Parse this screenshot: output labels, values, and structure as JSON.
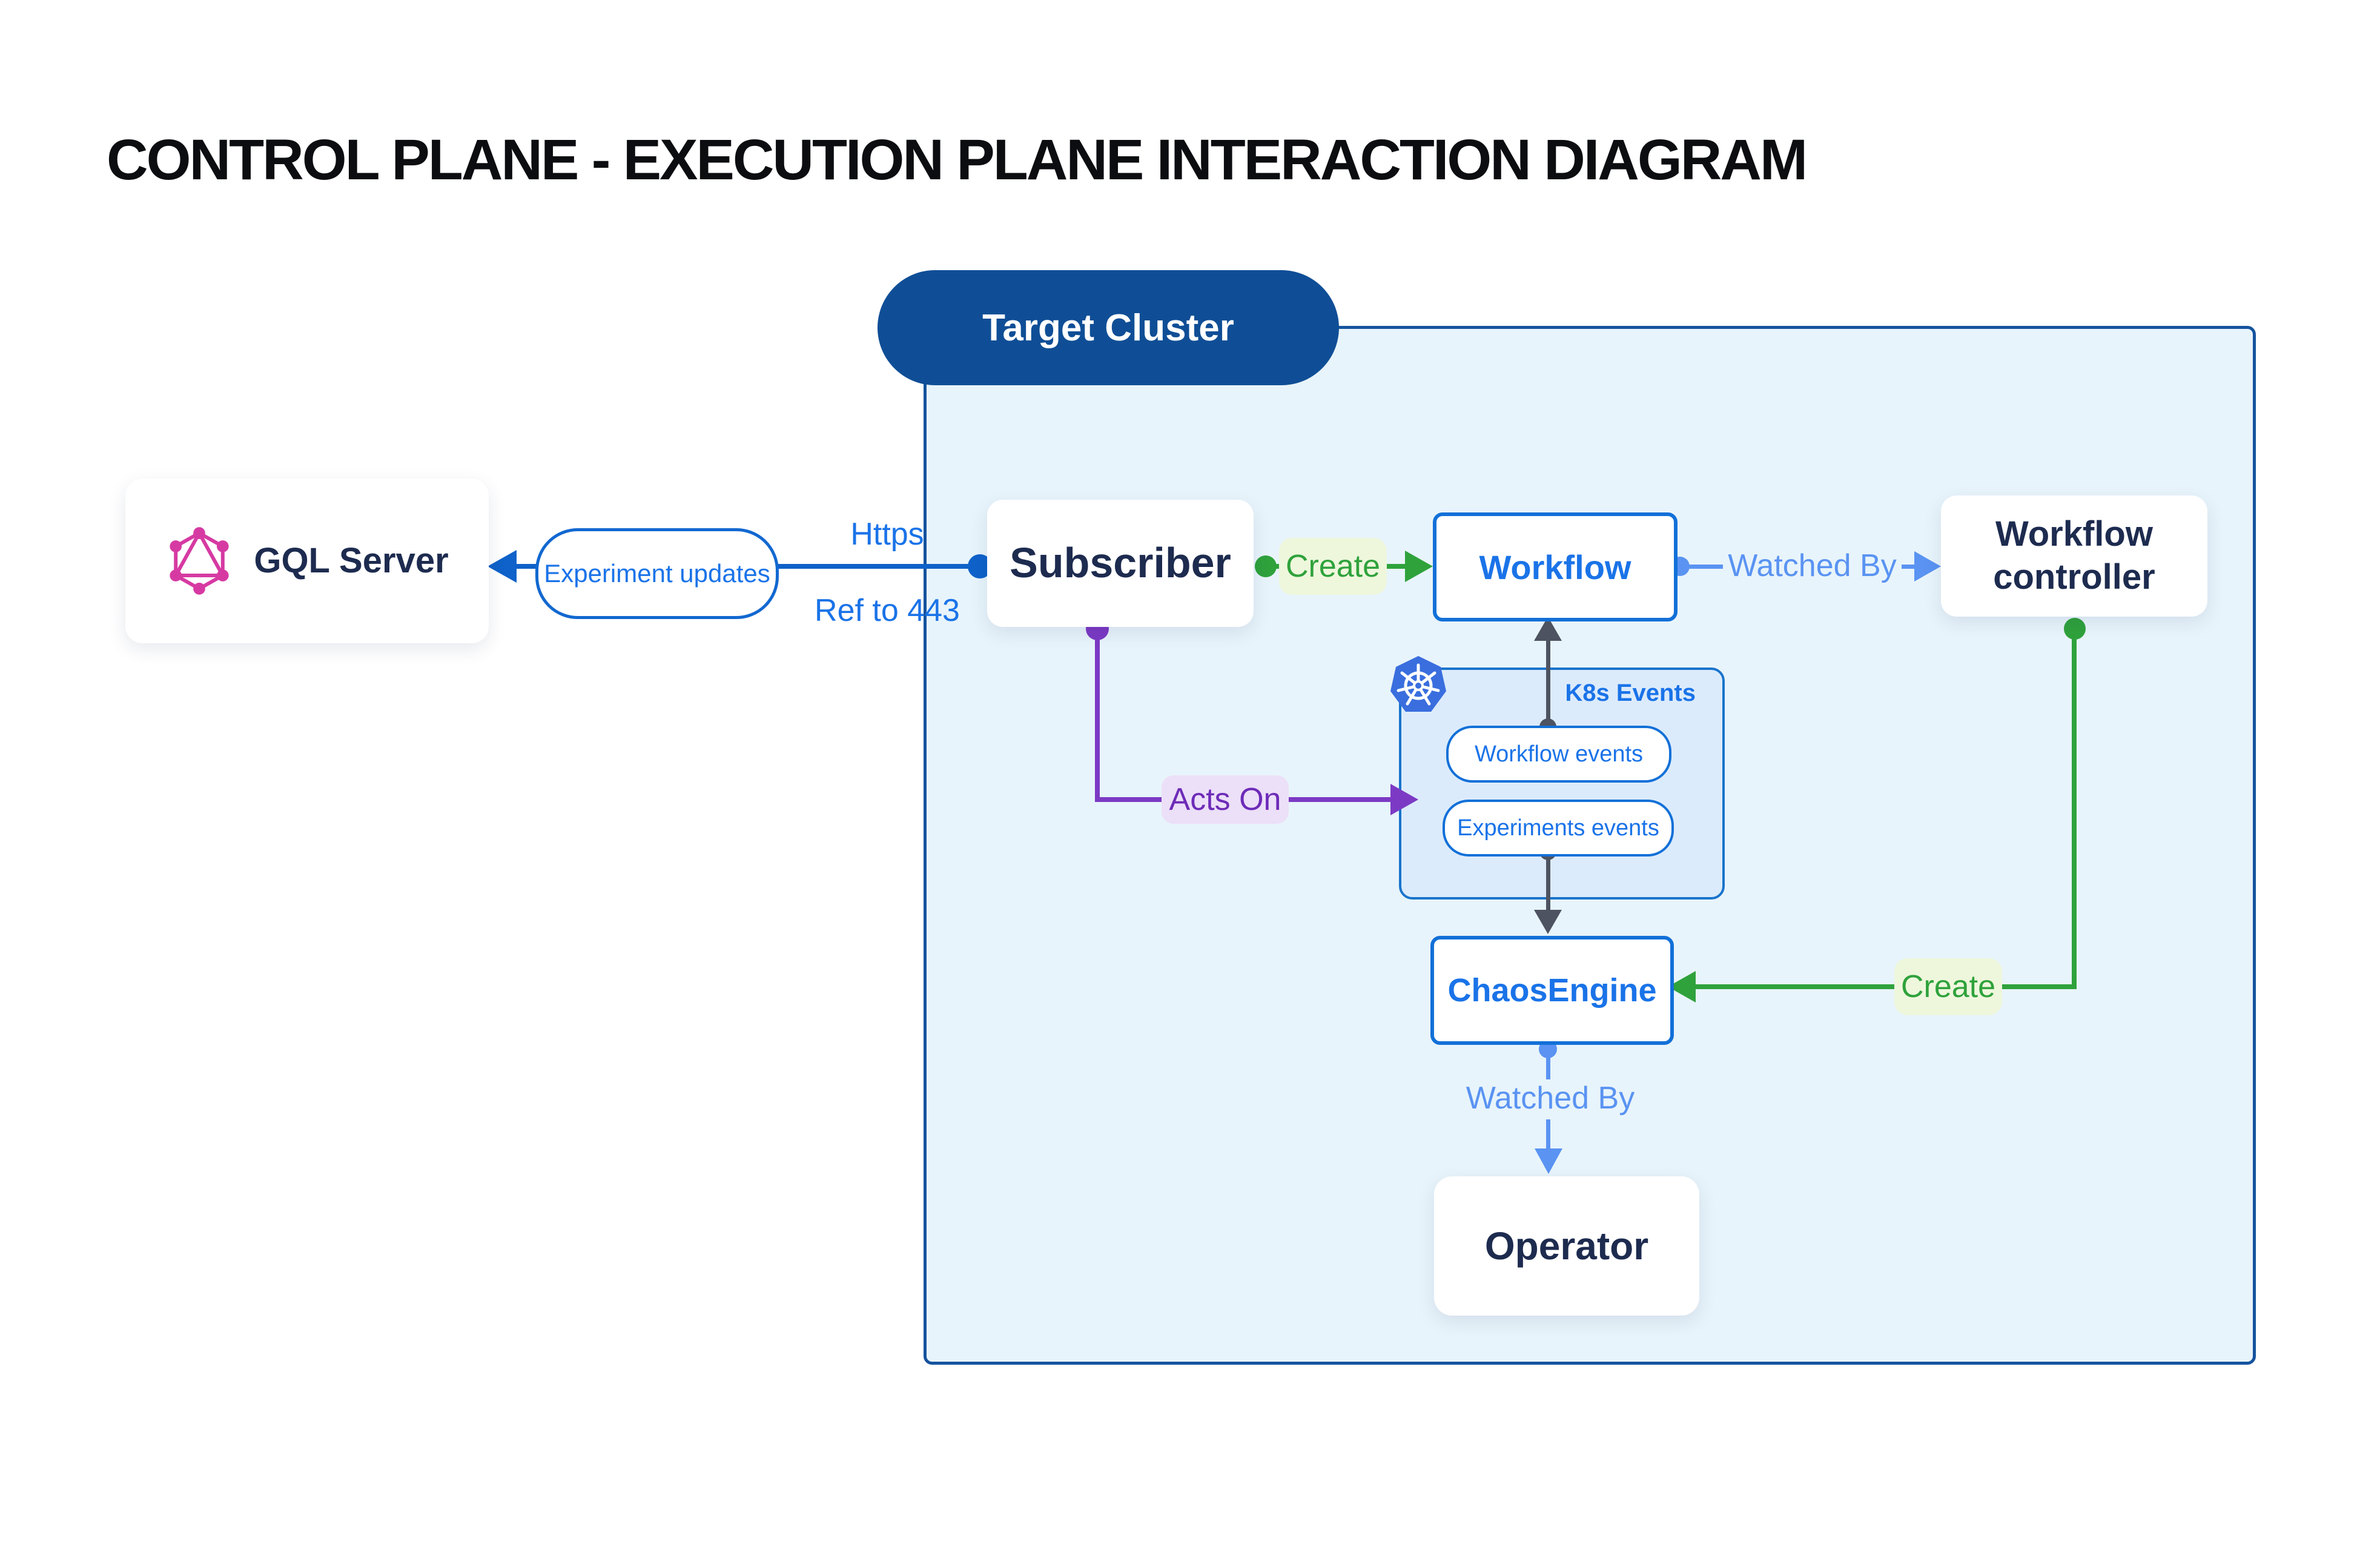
{
  "title": "CONTROL PLANE - EXECUTION PLANE INTERACTION DIAGRAM",
  "target_cluster": {
    "label": "Target Cluster"
  },
  "nodes": {
    "gql_server": {
      "label": "GQL Server"
    },
    "subscriber": {
      "label": "Subscriber"
    },
    "workflow": {
      "label": "Workflow"
    },
    "workflow_controller": {
      "label": "Workflow controller"
    },
    "chaos_engine": {
      "label": "ChaosEngine"
    },
    "operator": {
      "label": "Operator"
    }
  },
  "k8s_events": {
    "label": "K8s Events",
    "workflow_events": "Workflow events",
    "experiments_events": "Experiments events"
  },
  "edges": {
    "experiment_updates": {
      "label": "Experiment updates"
    },
    "https": {
      "label": "Https"
    },
    "ref_to_443": {
      "label": "Ref to 443"
    },
    "create_workflow": {
      "label": "Create"
    },
    "watched_by_workflow": {
      "label": "Watched By"
    },
    "acts_on": {
      "label": "Acts On"
    },
    "create_chaos_engine": {
      "label": "Create"
    },
    "watched_by_operator": {
      "label": "Watched By"
    }
  },
  "icons": {
    "graphql": "graphql-icon",
    "kubernetes": "kubernetes-icon"
  },
  "colors": {
    "cluster_pill": "#0f4e96",
    "container_border": "#15539e",
    "container_bg": "#e8f4fb",
    "primary_blue_text": "#1a73e8",
    "line_blue": "#0f62c9",
    "light_blue": "#5a93f2",
    "green": "#2fa23c",
    "green_label_bg": "#eef7dc",
    "purple": "#7c3ac4",
    "purple_label_bg": "#ecdff8",
    "gray_arrow": "#4d5360",
    "navy_text": "#1d2b4f",
    "graphql_pink": "#d63aa2",
    "kubernetes_blue": "#3a6ede",
    "k8s_box_bg": "#dcebfb",
    "k8s_box_border": "#1974cc"
  }
}
